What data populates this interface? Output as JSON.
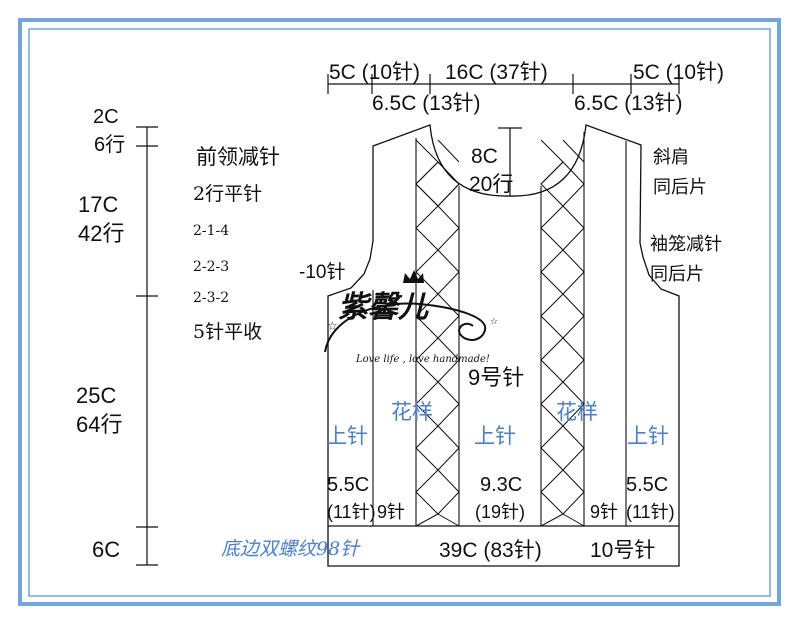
{
  "colors": {
    "frame": "#6fa6e0",
    "ink": "#111111",
    "blue_label": "#4a7fd4",
    "bg": "#ffffff"
  },
  "top_dims": {
    "left_shoulder": "5C (10针)",
    "neck_width": "16C (37针)",
    "right_shoulder": "5C (10针)",
    "left_inner": "6.5C (13针)",
    "right_inner": "6.5C (13针)"
  },
  "neck_depth": {
    "cm": "8C",
    "rows": "20行"
  },
  "left_scale": {
    "s1": "2C",
    "s1r": "6行",
    "s2": "17C",
    "s2r": "42行",
    "s3": "25C",
    "s3r": "64行",
    "s4": "6C"
  },
  "front_neck": {
    "title": "前领减针",
    "line1": "2行平针",
    "line2": "2-1-4",
    "line3": "2-2-3",
    "line4": "2-3-2",
    "line5": "5针平收"
  },
  "armhole_label": "-10针",
  "right_notes": {
    "shoulder_a": "斜肩",
    "shoulder_b": "同后片",
    "sleeve_a": "袖笼减针",
    "sleeve_b": "同后片"
  },
  "body": {
    "needle_size": "9号针",
    "pattern_left": "花样",
    "pattern_right": "花样",
    "purl_left": "上针",
    "purl_center": "上针",
    "purl_right": "上针",
    "edge_left_cm": "5.5C",
    "edge_left_st": "(11针)",
    "edge_left_9": "9针",
    "center_cm": "9.3C",
    "center_st": "(19针)",
    "edge_right_9": "9针",
    "edge_right_cm": "5.5C",
    "edge_right_st": "(11针)"
  },
  "hem": {
    "title": "底边双螺纹98针",
    "width": "39C (83针)",
    "needle": "10号针"
  },
  "watermark": {
    "name": "紫馨儿",
    "tagline": "Love life , love handmade!"
  }
}
